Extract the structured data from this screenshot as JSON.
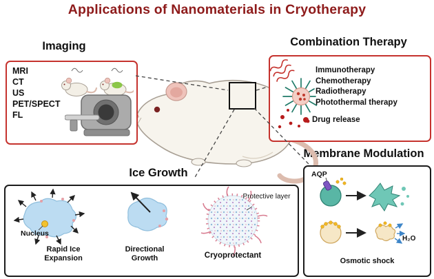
{
  "title": "Applications of Nanomaterials in Cryotherapy",
  "imaging": {
    "heading": "Imaging",
    "items": [
      "MRI",
      "CT",
      "US",
      "PET/SPECT",
      "FL"
    ]
  },
  "combination": {
    "heading": "Combination Therapy",
    "items": [
      "Immunotherapy",
      "Chemotherapy",
      "Radiotherapy",
      "Photothermal therapy"
    ],
    "drug_release": "Drug release"
  },
  "membrane": {
    "heading": "Membrane Modulation",
    "aqp_label": "AQP",
    "h2o_label": "H₂O",
    "osmotic_label": "Osmotic shock"
  },
  "ice_growth": {
    "heading": "Ice Growth",
    "nucleus_label": "Nucleus",
    "rapid_label": "Rapid Ice Expansion",
    "directional_label": "Directional Growth",
    "cryoprotectant_label": "Cryoprotectant",
    "protective_label": "Protective layer"
  },
  "colors": {
    "title_maroon": "#8E1B1B",
    "red_border": "#C5322D",
    "black_border": "#1B1B1B",
    "ice_blue": "#BCDCF2",
    "accent_red": "#B71C1C",
    "teal_cell": "#59B6A5",
    "cream_cell": "#F6E7C6",
    "nucleus_yellow": "#F2C22E"
  }
}
